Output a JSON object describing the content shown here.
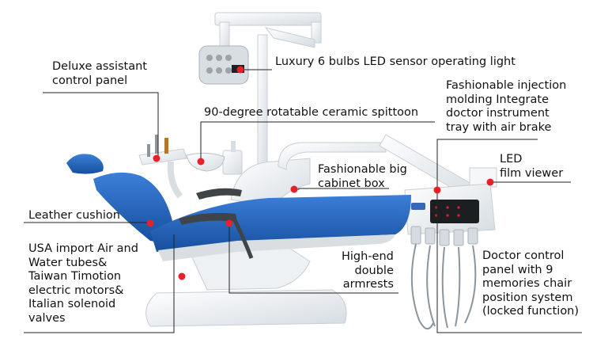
{
  "labels": {
    "operating_light": "Luxury 6 bulbs LED sensor operating light",
    "assistant_panel": "Deluxe assistant\ncontrol panel",
    "instrument_tray": "Fashionable injection\nmolding Integrate\ndoctor instrument\ntray with air brake",
    "spittoon": "90-degree rotatable ceramic spittoon",
    "film_viewer": "LED\nfilm viewer",
    "cabinet_box": "Fashionable big\ncabinet box",
    "leather_cushion": "Leather cushion",
    "tubes_motors": "USA import Air and\nWater tubes&\nTaiwan Timotion\nelectric motors&\nItalian solenoid\nvalves",
    "armrests": "High-end\ndouble\narmrests",
    "doctor_panel": "Doctor control\npanel with 9\nmemories chair\nposition system\n(locked function)"
  },
  "colors": {
    "upholstery": "#1f5fb8",
    "marker": "#e8202a",
    "frame": "#e9eef2",
    "leader_line": "#222222"
  }
}
